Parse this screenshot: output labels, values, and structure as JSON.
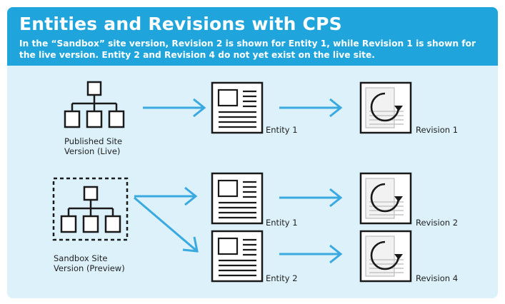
{
  "header": {
    "title": "Entities and Revisions with CPS",
    "subtitle": "In the “Sandbox” site version, Revision 2 is shown for Entity 1, while Revision 1 is shown for the live version. Entity 2 and Revision 4 do not yet exist on the live site."
  },
  "diagram": {
    "published": {
      "line1": "Published Site",
      "line2": "Version (Live)"
    },
    "sandbox": {
      "line1": "Sandbox Site",
      "line2": "Version (Preview)"
    },
    "entities": {
      "entity1_top": "Entity 1",
      "entity1_bottom": "Entity 1",
      "entity2": "Entity 2"
    },
    "revisions": {
      "rev_top": "Revision 1",
      "rev_mid": "Revision 2",
      "rev_bottom": "Revision 4"
    }
  },
  "colors": {
    "header": "#1fa4dc",
    "panel": "#dcf1fa",
    "arrow": "#3aa9e0",
    "ink": "#1a1a1a"
  },
  "icons": [
    "sitemap-icon",
    "document-icon",
    "revision-cycle-icon",
    "arrow-right-icon"
  ]
}
